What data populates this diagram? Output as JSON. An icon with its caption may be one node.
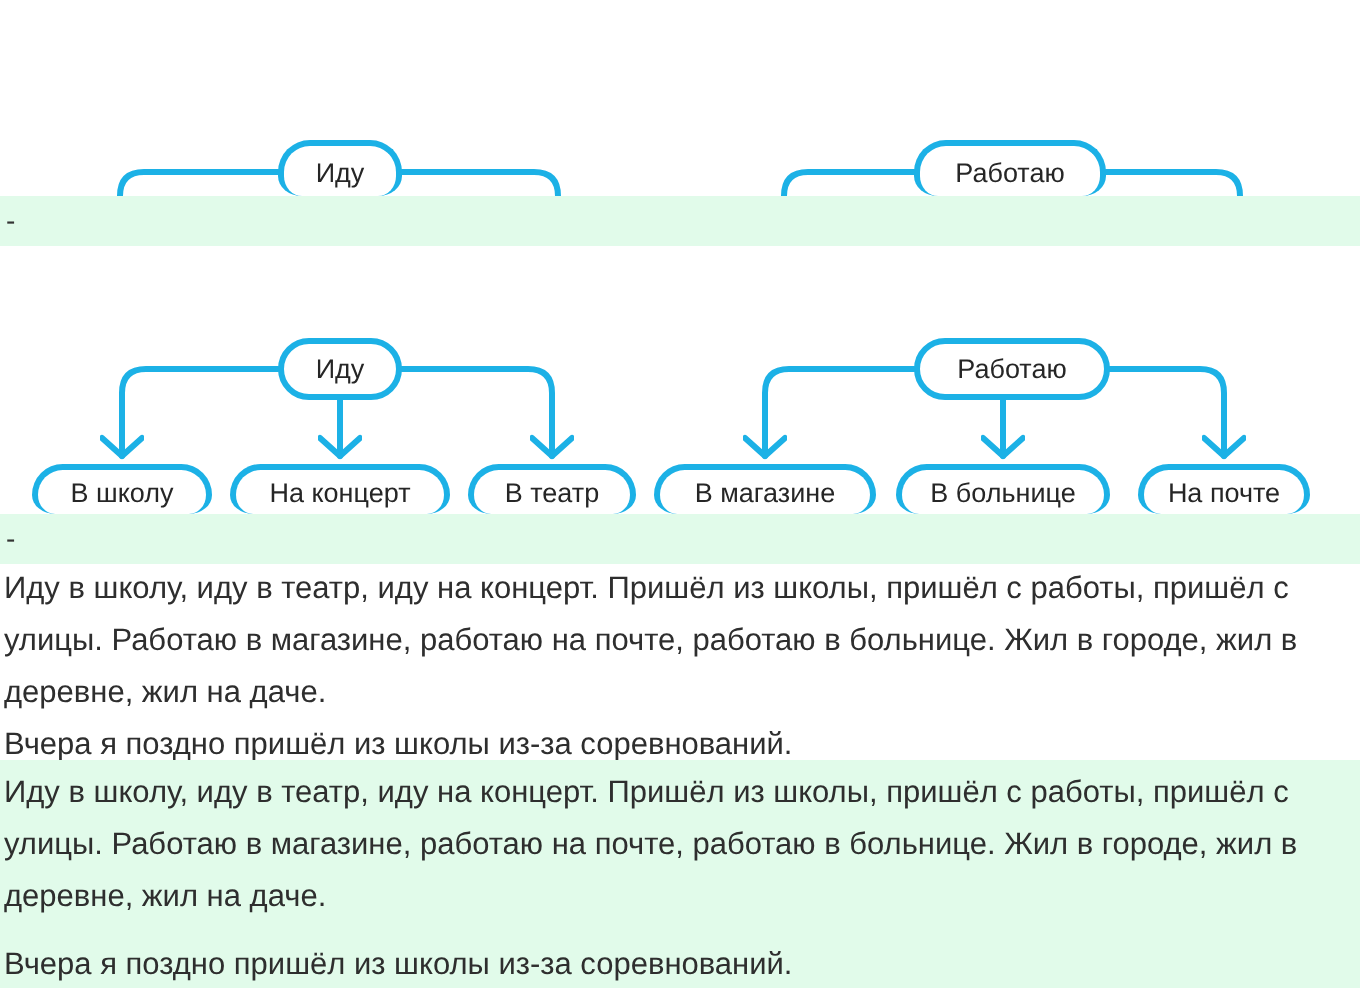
{
  "diagram": {
    "nodes": [
      {
        "text": [
          "Иду"
        ]
      },
      {
        "text": [
          "Работаю"
        ]
      },
      {
        "text": [
          "Иду"
        ]
      },
      {
        "text": [
          "Работаю"
        ]
      },
      {
        "text": [
          "В школу"
        ]
      },
      {
        "text": [
          "На концерт"
        ]
      },
      {
        "text": [
          "В театр"
        ]
      },
      {
        "text": [
          "В магазине"
        ]
      },
      {
        "text": [
          "В больнице"
        ]
      },
      {
        "text": [
          "На почте"
        ]
      }
    ],
    "edges": [
      {
        "from": 0,
        "to": null,
        "arrow": "none"
      },
      {
        "from": 0,
        "to": null,
        "arrow": "none"
      },
      {
        "from": 1,
        "to": null,
        "arrow": "none"
      },
      {
        "from": 1,
        "to": null,
        "arrow": "none"
      },
      {
        "from": 2,
        "to": 4,
        "arrow": "to"
      },
      {
        "from": 2,
        "to": 5,
        "arrow": "to"
      },
      {
        "from": 2,
        "to": 6,
        "arrow": "to"
      },
      {
        "from": 3,
        "to": 7,
        "arrow": "to"
      },
      {
        "from": 3,
        "to": 8,
        "arrow": "to"
      },
      {
        "from": 3,
        "to": 9,
        "arrow": "to"
      }
    ],
    "labels": [
      "-",
      "-",
      "Иду в школу, иду в театр, иду на концерт. Пришёл из школы, пришёл с работы, пришёл с улицы. Работаю в магазине, работаю на почте, работаю в больнице. Жил в городе, жил в деревне, жил на даче.",
      "Вчера я поздно пришёл из школы из-за соревнований.",
      "Иду в школу, иду в театр, иду на концерт. Пришёл из школы, пришёл с работы, пришёл с улицы. Работаю в магазине, работаю на почте, работаю в больнице. Жил в городе, жил в деревне, жил на даче.",
      "Вчера я поздно пришёл из школы из-за соревнований."
    ]
  }
}
